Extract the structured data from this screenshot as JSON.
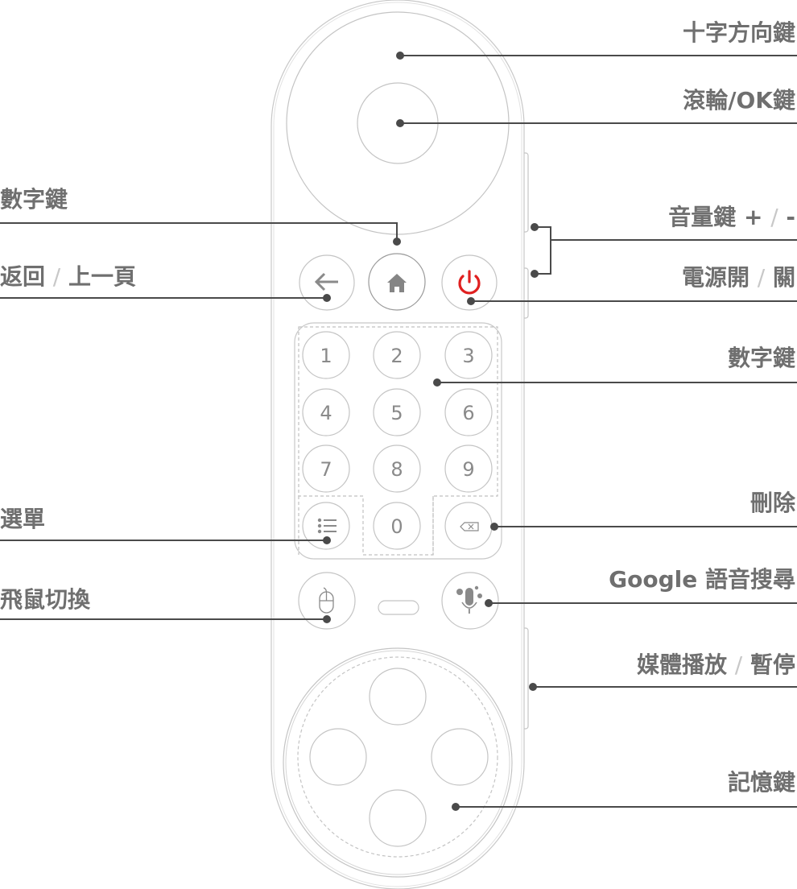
{
  "labels": {
    "dpad": {
      "text": "十字方向鍵"
    },
    "wheel_ok": {
      "text": "滾輪/OK鍵"
    },
    "volume": {
      "main": "音量鍵 +",
      "sep": "/",
      "tail": "-"
    },
    "power": {
      "main": "電源開",
      "sep": "/",
      "tail": "關"
    },
    "numpad_right": {
      "text": "數字鍵"
    },
    "delete": {
      "text": "刪除"
    },
    "voice_search": {
      "text": "Google 語音搜尋"
    },
    "media": {
      "main": "媒體播放",
      "sep": "/",
      "tail": "暫停"
    },
    "memory": {
      "text": "記憶鍵"
    },
    "home_left": {
      "text": "數字鍵"
    },
    "back": {
      "main": "返回",
      "sep": "/",
      "tail": "上一頁"
    },
    "menu": {
      "text": "選單"
    },
    "air_mouse": {
      "text": "飛鼠切換"
    }
  },
  "keypad": [
    "1",
    "2",
    "3",
    "4",
    "5",
    "6",
    "7",
    "8",
    "9",
    "0"
  ],
  "icons": {
    "back": "arrow-left-icon",
    "home": "home-icon",
    "power": "power-icon",
    "menu": "list-icon",
    "delete": "backspace-icon",
    "mouse": "mouse-icon",
    "mic": "google-mic-icon"
  },
  "colors": {
    "label": "#6f6f6f",
    "leader": "#4a4a4a",
    "power": "#e02020",
    "outline": "#bdbdbd"
  }
}
